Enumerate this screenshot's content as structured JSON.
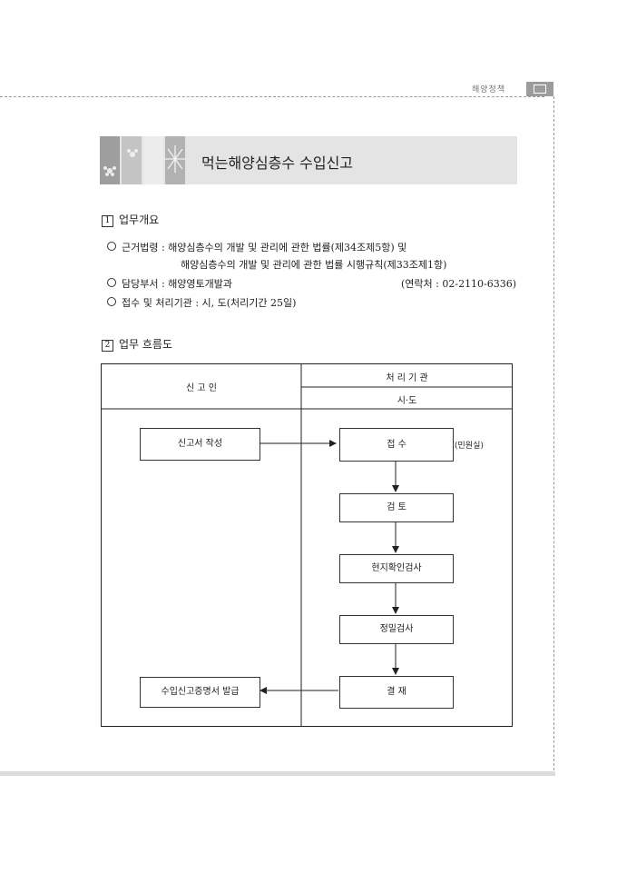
{
  "header": {
    "section_label": "해양정책"
  },
  "banner": {
    "title": "먹는해양심층수 수입신고"
  },
  "section1": {
    "number": "1",
    "title": "업무개요",
    "items": [
      {
        "label": "근거법령",
        "text": "해양심층수의 개발 및 관리에 관한 법률(제34조제5항) 및"
      },
      {
        "label": "",
        "text": "해양심층수의 개발 및 관리에 관한 법률 시행규칙(제33조제1항)"
      },
      {
        "label": "담당부서",
        "text": "해양영토개발과",
        "contact": "(연락처 : 02-2110-6336)"
      },
      {
        "label": "",
        "text": "접수 및 처리기관 : 시, 도(처리기간 25일)"
      }
    ]
  },
  "section2": {
    "number": "2",
    "title": "업무 흐름도"
  },
  "flow": {
    "col_left_header": "신  고  인",
    "col_right_header": "처  리  기  관",
    "col_right_sub": "시·도",
    "left_boxes": [
      "신고서 작성",
      "수입신고증명서 발급"
    ],
    "right_boxes": [
      "접  수",
      "검  토",
      "현지확인검사",
      "정밀검사",
      "결  재"
    ],
    "side_note": "(민원실)"
  }
}
